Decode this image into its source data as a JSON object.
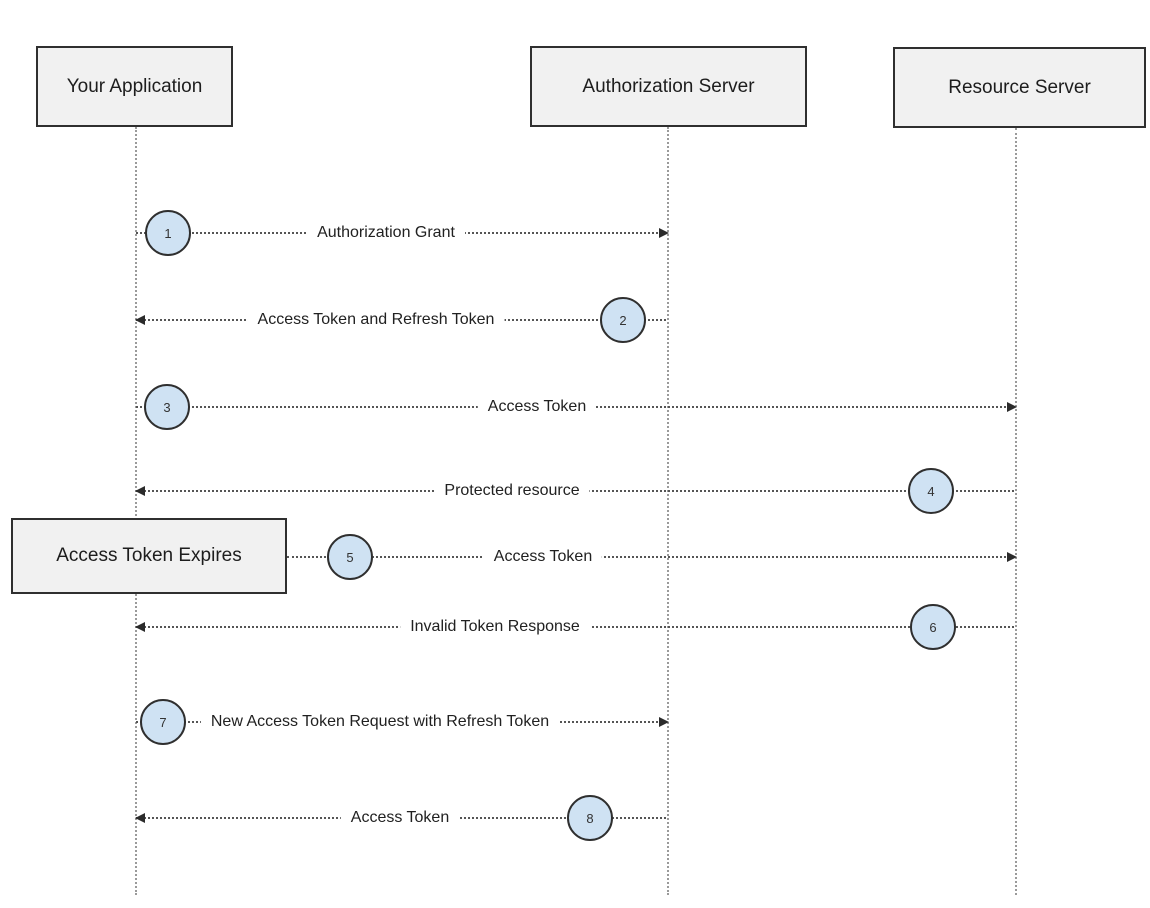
{
  "diagram": {
    "type": "sequence-diagram",
    "actors": [
      {
        "id": "app",
        "label": "Your Application"
      },
      {
        "id": "auth",
        "label": "Authorization Server"
      },
      {
        "id": "resource",
        "label": "Resource Server"
      }
    ],
    "note": {
      "label": "Access Token Expires"
    },
    "messages": [
      {
        "step": "1",
        "label": "Authorization Grant",
        "from": "Your Application",
        "to": "Authorization Server",
        "direction": "right"
      },
      {
        "step": "2",
        "label": "Access Token and Refresh Token",
        "from": "Authorization Server",
        "to": "Your Application",
        "direction": "left"
      },
      {
        "step": "3",
        "label": "Access Token",
        "from": "Your Application",
        "to": "Resource Server",
        "direction": "right"
      },
      {
        "step": "4",
        "label": "Protected resource",
        "from": "Resource Server",
        "to": "Your Application",
        "direction": "left"
      },
      {
        "step": "5",
        "label": "Access Token",
        "from": "Your Application",
        "to": "Resource Server",
        "direction": "right"
      },
      {
        "step": "6",
        "label": "Invalid Token Response",
        "from": "Resource Server",
        "to": "Your Application",
        "direction": "left"
      },
      {
        "step": "7",
        "label": "New Access Token Request with Refresh Token",
        "from": "Your Application",
        "to": "Authorization Server",
        "direction": "right"
      },
      {
        "step": "8",
        "label": "Access Token",
        "from": "Authorization Server",
        "to": "Your Application",
        "direction": "left"
      }
    ],
    "colors": {
      "background": "#ffffff",
      "actor_fill": "#f1f1f1",
      "actor_border": "#2f2f2f",
      "step_circle_fill": "#cfe2f3",
      "message_line": "#555555",
      "lifeline": "#9a9a9a",
      "text": "#212121"
    }
  }
}
